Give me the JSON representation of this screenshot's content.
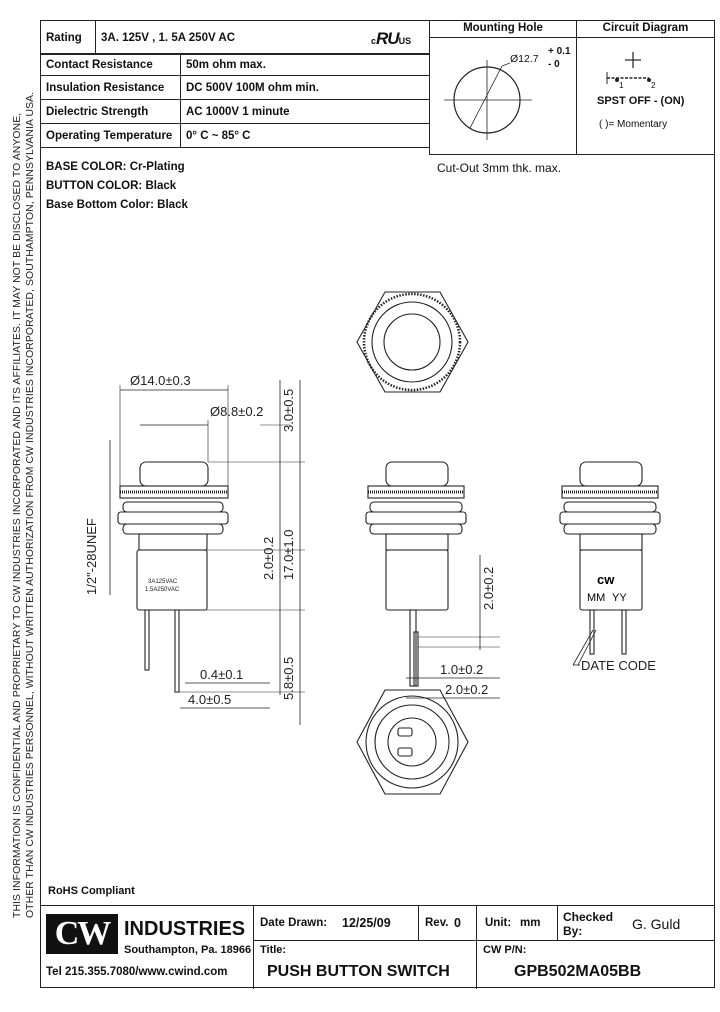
{
  "side_text": {
    "line1": "THIS INFORMATION IS CONFIDENTIAL AND PROPRIETARY TO CW INDUSTRIES INCORPORATED AND ITS AFFILIATES.  IT MAY NOT BE DISCLOSED TO ANYONE,",
    "line2": "OTHER THAN CW INDUSTRIES PERSONNEL, WITHOUT WRITTEN AUTHORIZATION FROM CW INDUSTRIES INCORPORATED, SOUTHAMPTON, PENNSYLVANIA USA."
  },
  "specs": [
    {
      "label": "Rating",
      "value": "3A. 125V , 1. 5A 250V  AC"
    },
    {
      "label": "Contact Resistance",
      "value": "50m ohm max."
    },
    {
      "label": "Insulation Resistance",
      "value": "DC 500V 100M ohm min."
    },
    {
      "label": "Dielectric Strength",
      "value": "AC 1000V  1  minute"
    },
    {
      "label": "Operating Temperature",
      "value": "0° C  ~  85° C"
    }
  ],
  "ul_mark": {
    "c": "c",
    "ru": "RU",
    "us": "US"
  },
  "mounting_hole": {
    "title": "Mounting Hole",
    "diameter": "Ø12.7",
    "tol_plus": "+ 0.1",
    "tol_minus": "- 0",
    "cutout_note": "Cut-Out 3mm thk. max."
  },
  "circuit": {
    "title": "Circuit Diagram",
    "pin1": "1",
    "pin2": "2",
    "type": "SPST  OFF - (ON)",
    "legend": "( )= Momentary"
  },
  "notes": [
    "BASE COLOR: Cr-Plating",
    "BUTTON COLOR: Black",
    "Base Bottom Color: Black"
  ],
  "dims": {
    "d_outer": "Ø14.0±0.3",
    "d_inner": "Ø8.8±0.2",
    "thread": "1/2\"-28UNEF",
    "h_button": "3.0±0.5",
    "h_body": "17.0±1.0",
    "h_collar": "2.0±0.2",
    "h_term": "5.8±0.5",
    "w_term": "0.4±0.1",
    "pitch": "4.0±0.5",
    "term_hole": "2.0±0.2",
    "term_w1": "1.0±0.2",
    "term_w2": "2.0±0.2",
    "date_code": "DATE CODE"
  },
  "body_marking": {
    "line1": "3A125VAC",
    "line2": "1.5A250VAC",
    "logo": "cw",
    "mm": "MM",
    "yy": "YY"
  },
  "rohs": "RoHS Compliant",
  "title_block": {
    "company": "INDUSTRIES",
    "address": "Southampton, Pa. 18966",
    "contact": "Tel 215.355.7080/www.cwind.com",
    "date_label": "Date Drawn:",
    "date_value": "12/25/09",
    "rev_label": "Rev.",
    "rev_value": "0",
    "unit_label": "Unit:",
    "unit_value": "mm",
    "checked_label": "Checked",
    "by_label": "By:",
    "checked_value": "G. Guld",
    "title_label": "Title:",
    "title_value": "PUSH BUTTON SWITCH",
    "pn_label": "CW P/N:",
    "pn_value": "GPB502MA05BB"
  }
}
